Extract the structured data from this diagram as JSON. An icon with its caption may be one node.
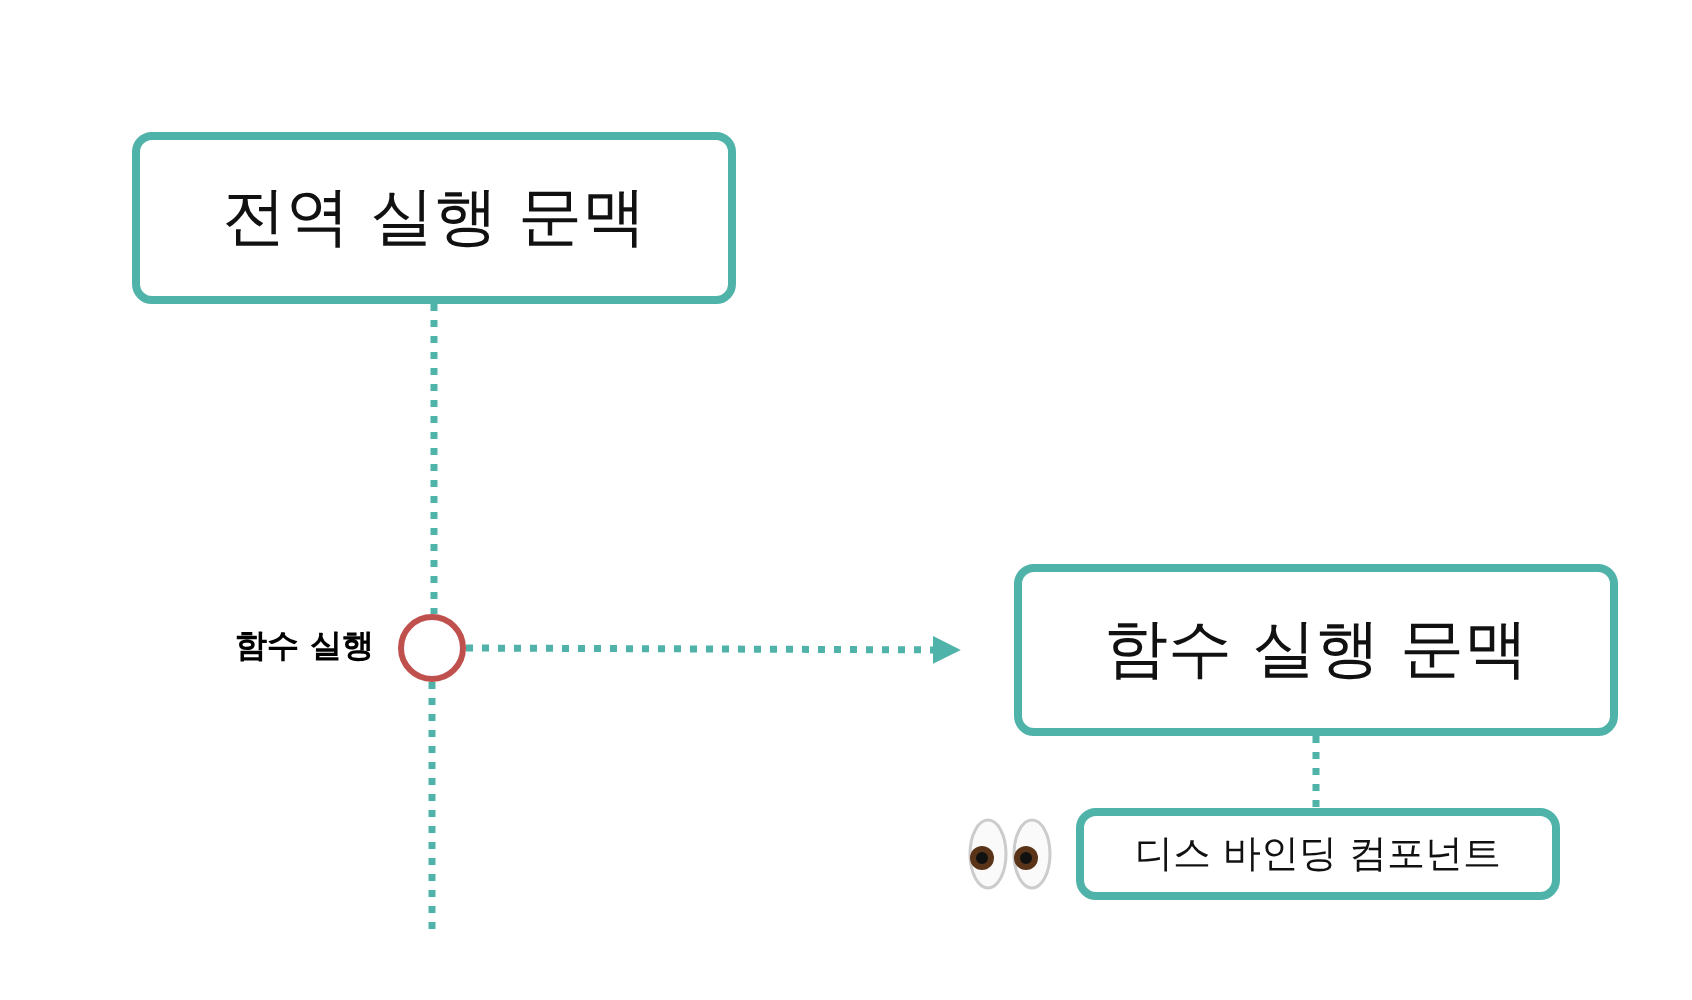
{
  "diagram": {
    "nodes": [
      {
        "text": [
          "전역 실행 문맥"
        ]
      },
      {
        "text": [],
        "shape": "circle",
        "beside": [
          "함수 실행"
        ]
      },
      {
        "text": [
          "함수 실행 문맥"
        ]
      },
      {
        "text": [
          "디스 바인딩 컴포넌트"
        ]
      }
    ],
    "edges": [
      {
        "from": 0,
        "to": 1,
        "arrow": "none"
      },
      {
        "from": 1,
        "to": null,
        "arrow": "none"
      },
      {
        "from": 1,
        "to": 2,
        "arrow": "to"
      },
      {
        "from": 2,
        "to": 3,
        "arrow": "none"
      }
    ]
  }
}
